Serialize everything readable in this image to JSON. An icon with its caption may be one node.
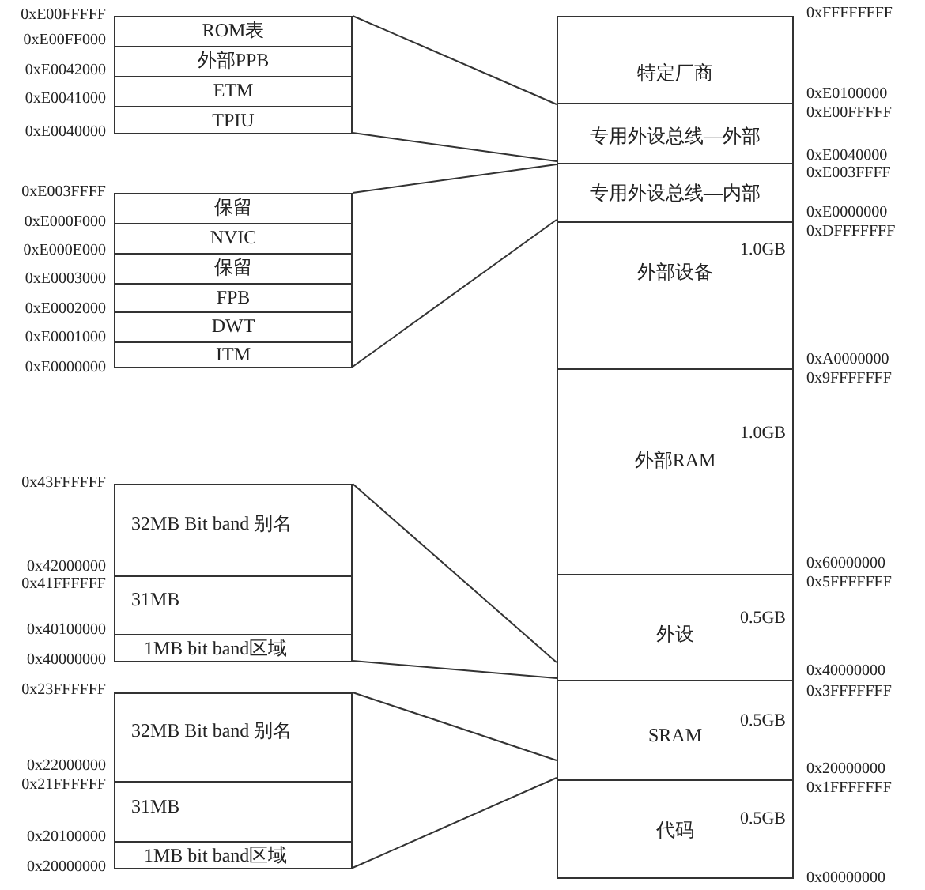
{
  "diagram": {
    "nodes": [
      {
        "text": [],
        "shape": "box"
      },
      {
        "text": [
          "ROM表"
        ],
        "in": 0
      },
      {
        "text": [
          "外部PPB"
        ],
        "in": 0
      },
      {
        "text": [
          "ETM"
        ],
        "in": 0
      },
      {
        "text": [
          "TPIU"
        ],
        "in": 0
      },
      {
        "text": [],
        "shape": "box"
      },
      {
        "text": [
          "保留"
        ],
        "in": 5
      },
      {
        "text": [
          "NVIC"
        ],
        "in": 5
      },
      {
        "text": [
          "保留"
        ],
        "in": 5
      },
      {
        "text": [
          "FPB"
        ],
        "in": 5
      },
      {
        "text": [
          "DWT"
        ],
        "in": 5
      },
      {
        "text": [
          "ITM"
        ],
        "in": 5
      },
      {
        "text": [],
        "shape": "box"
      },
      {
        "text": [
          "32MB Bit band 别名"
        ],
        "in": 12
      },
      {
        "text": [
          "31MB"
        ],
        "in": 12
      },
      {
        "text": [
          "1MB bit band区域"
        ],
        "in": 12
      },
      {
        "text": [],
        "shape": "box"
      },
      {
        "text": [
          "32MB Bit band 别名"
        ],
        "in": 16
      },
      {
        "text": [
          "31MB"
        ],
        "in": 16
      },
      {
        "text": [
          "1MB bit band区域"
        ],
        "in": 16
      },
      {
        "text": [
          "特定厂商"
        ]
      },
      {
        "text": [
          "专用外设总线—外部"
        ]
      },
      {
        "text": [
          "专用外设总线—内部"
        ]
      },
      {
        "text": [
          "外部设备",
          "1.0GB"
        ]
      },
      {
        "text": [
          "外部RAM",
          "1.0GB"
        ]
      },
      {
        "text": [
          "外设",
          "0.5GB"
        ]
      },
      {
        "text": [
          "SRAM",
          "0.5GB"
        ]
      },
      {
        "text": [
          "代码",
          "0.5GB"
        ]
      }
    ],
    "edges": [
      {
        "from": 0,
        "to": 21,
        "arrow": "none"
      },
      {
        "from": 0,
        "to": 21,
        "arrow": "none"
      },
      {
        "from": 5,
        "to": 22,
        "arrow": "none"
      },
      {
        "from": 5,
        "to": 22,
        "arrow": "none"
      },
      {
        "from": 12,
        "to": 25,
        "arrow": "none"
      },
      {
        "from": 12,
        "to": 25,
        "arrow": "none"
      },
      {
        "from": 16,
        "to": 26,
        "arrow": "none"
      },
      {
        "from": 16,
        "to": 26,
        "arrow": "none"
      }
    ],
    "labels": [
      "0xE00FFFFF",
      "0xE00FF000",
      "0xE0042000",
      "0xE0041000",
      "0xE0040000",
      "0xE003FFFF",
      "0xE000F000",
      "0xE000E000",
      "0xE0003000",
      "0xE0002000",
      "0xE0001000",
      "0xE0000000",
      "0x43FFFFFF",
      "0x42000000",
      "0x41FFFFFF",
      "0x40100000",
      "0x40000000",
      "0x23FFFFFF",
      "0x22000000",
      "0x21FFFFFF",
      "0x20100000",
      "0x20000000",
      "0xFFFFFFFF",
      "0xE0100000",
      "0xE00FFFFF",
      "0xE0040000",
      "0xE003FFFF",
      "0xE0000000",
      "0xDFFFFFFF",
      "0xA0000000",
      "0x9FFFFFFF",
      "0x60000000",
      "0x5FFFFFFF",
      "0x40000000",
      "0x3FFFFFFF",
      "0x20000000",
      "0x1FFFFFFF",
      "0x00000000"
    ]
  }
}
